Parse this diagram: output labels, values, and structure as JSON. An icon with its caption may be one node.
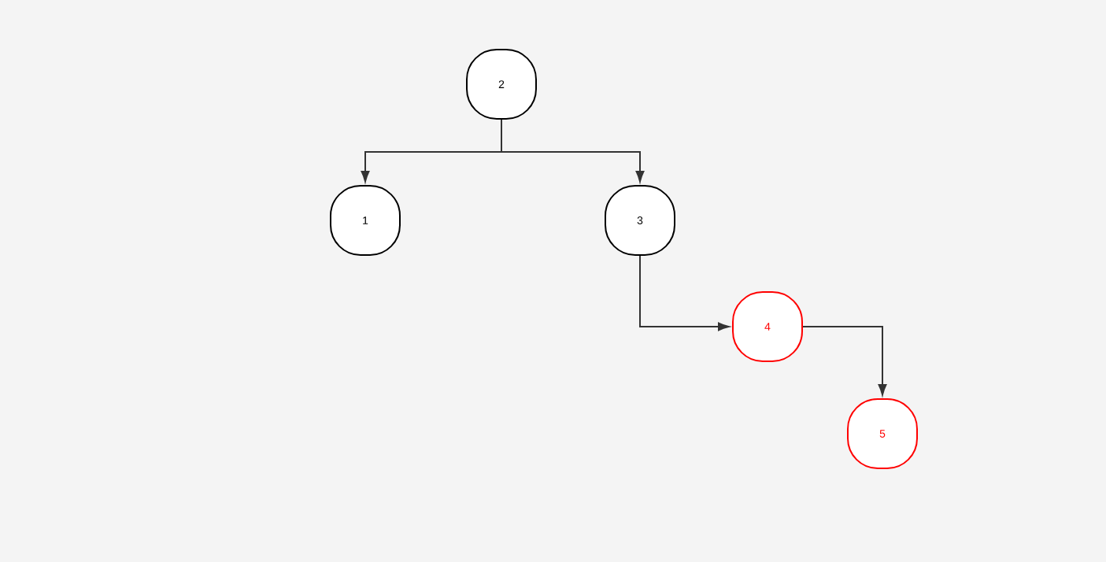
{
  "diagram": {
    "nodes": [
      {
        "text": [
          "2"
        ]
      },
      {
        "text": [
          "1"
        ]
      },
      {
        "text": [
          "3"
        ]
      },
      {
        "text": [
          "4"
        ]
      },
      {
        "text": [
          "5"
        ]
      }
    ],
    "edges": [
      {
        "from": 0,
        "to": 1,
        "arrow": "to"
      },
      {
        "from": 0,
        "to": 2,
        "arrow": "to"
      },
      {
        "from": 2,
        "to": 3,
        "arrow": "to"
      },
      {
        "from": 3,
        "to": 4,
        "arrow": "to"
      }
    ]
  }
}
